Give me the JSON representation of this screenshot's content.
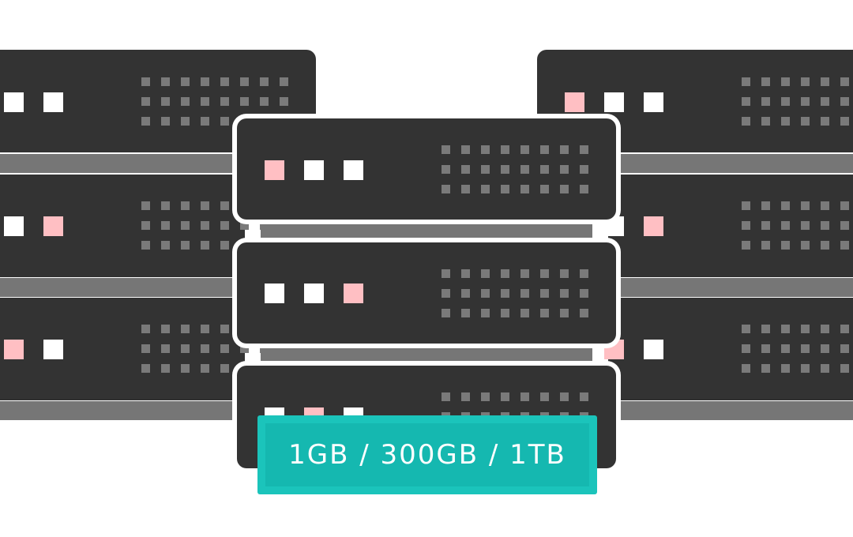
{
  "storage_badge": {
    "label": "1GB / 300GB / 1TB"
  },
  "colors": {
    "background": "#ffffff",
    "server_body": "#333333",
    "rail": "#767676",
    "vent_dot": "#7a7a7a",
    "led_white": "#ffffff",
    "led_pink": "#ffbfc3",
    "badge": "#1bc4bb"
  },
  "racks": [
    {
      "name": "left",
      "units": [
        {
          "leds": [
            "white",
            "white"
          ]
        },
        {
          "leds": [
            "white",
            "pink"
          ]
        },
        {
          "leds": [
            "pink",
            "white"
          ]
        }
      ]
    },
    {
      "name": "center",
      "units": [
        {
          "leds": [
            "pink",
            "white",
            "white"
          ]
        },
        {
          "leds": [
            "white",
            "white",
            "pink"
          ]
        },
        {
          "leds": [
            "white",
            "pink",
            "white"
          ]
        }
      ]
    },
    {
      "name": "right",
      "units": [
        {
          "leds": [
            "pink",
            "white",
            "white"
          ]
        },
        {
          "leds": [
            "white",
            "pink"
          ]
        },
        {
          "leds": [
            "pink",
            "white"
          ]
        }
      ]
    }
  ]
}
